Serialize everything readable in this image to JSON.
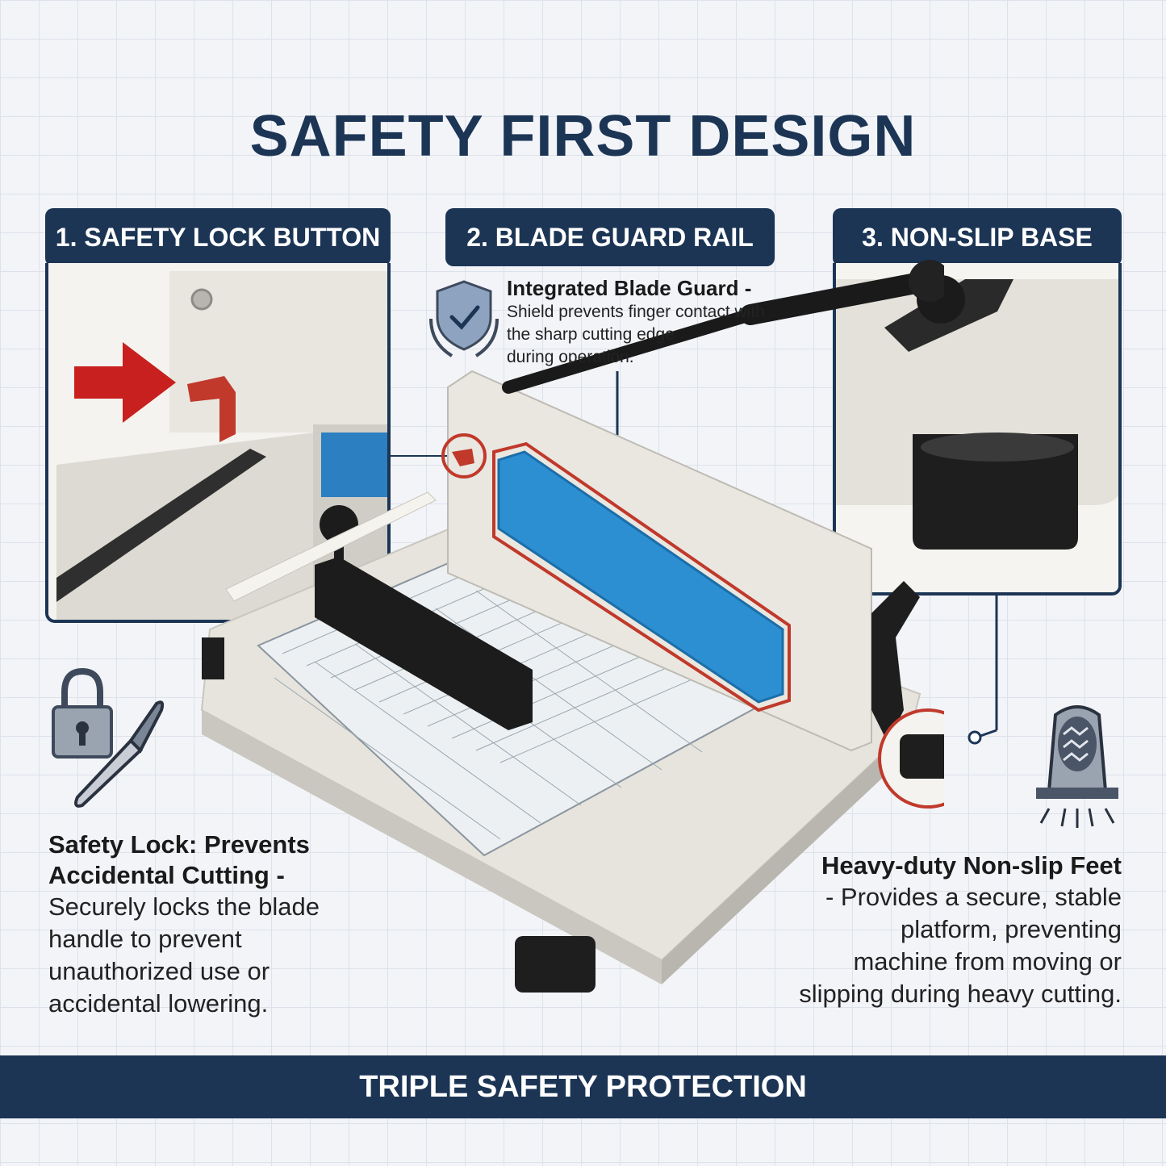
{
  "title": "SAFETY FIRST DESIGN",
  "features": [
    {
      "label": "1. SAFETY LOCK BUTTON"
    },
    {
      "label": "2. BLADE GUARD RAIL"
    },
    {
      "label": "3. NON-SLIP BASE"
    }
  ],
  "blade_guard_callout": {
    "title": "Integrated Blade Guard -",
    "body": [
      "Shield prevents finger contact with",
      "the sharp cutting edge",
      "during operation."
    ]
  },
  "safety_lock_callout": {
    "title": [
      "Safety Lock: Prevents",
      "Accidental Cutting -"
    ],
    "body": [
      "Securely locks the blade",
      "handle to prevent",
      "unauthorized use or",
      "accidental lowering."
    ]
  },
  "non_slip_callout": {
    "title": "Heavy-duty Non-slip Feet",
    "body": [
      "- Provides a secure, stable",
      "platform, preventing",
      "machine from moving or",
      "slipping during heavy cutting."
    ]
  },
  "banner": "TRIPLE SAFETY PROTECTION",
  "colors": {
    "navy": "#1c3555",
    "red": "#c8201e",
    "blue": "#2c8fd1",
    "machine": "#e6e4dc"
  },
  "icons": [
    "shield-hands-icon",
    "padlock-icon",
    "knife-icon",
    "non-slip-foot-icon"
  ]
}
